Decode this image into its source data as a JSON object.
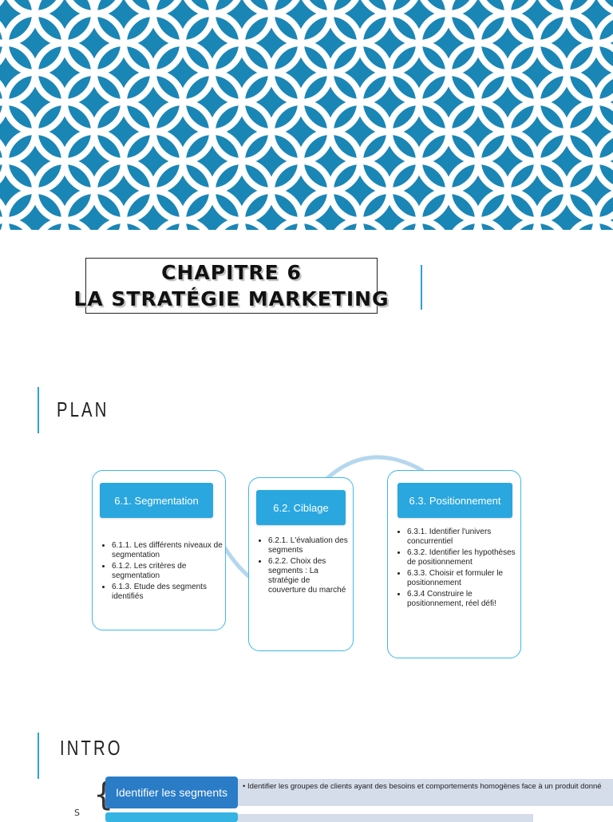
{
  "cover": {
    "title_line1": "CHAPITRE 6",
    "title_line2": "LA STRATÉGIE MARKETING",
    "pattern_colors": {
      "background": "#1a86b6",
      "rings": "#ffffff"
    }
  },
  "plan": {
    "heading": "PLAN",
    "cards": [
      {
        "title": "6.1. Segmentation",
        "items": [
          "6.1.1. Les différents niveaux de segmentation",
          "6.1.2. Les critères de segmentation",
          "6.1.3. Etude des segments identifiés"
        ]
      },
      {
        "title": "6.2. Ciblage",
        "items": [
          "6.2.1. L'évaluation des segments",
          "6.2.2. Choix des segments : La stratégie de couverture du marché"
        ]
      },
      {
        "title": "6.3. Positionnement",
        "items": [
          "6.3.1. Identifier l'univers concurrentiel",
          "6.3.2. Identifier les hypothèses de positionnement",
          "6.3.3. Choisir et formuler le positionnement",
          "6.3.4 Construire le positionnement, réel défi!"
        ]
      }
    ]
  },
  "intro": {
    "heading": "INTRO",
    "side_letter": "S",
    "rows": [
      {
        "label": "Identifier les segments",
        "description": "Identifier les groupes de clients ayant des besoins et comportements homogènes face à un produit donné"
      }
    ]
  },
  "colors": {
    "accent": "#2e9fd6",
    "card_border": "#3fb7ec",
    "card_header": "#2aa7df",
    "intro_header": "#2a7cc7",
    "intro_desc_bg": "#d5dcea"
  }
}
